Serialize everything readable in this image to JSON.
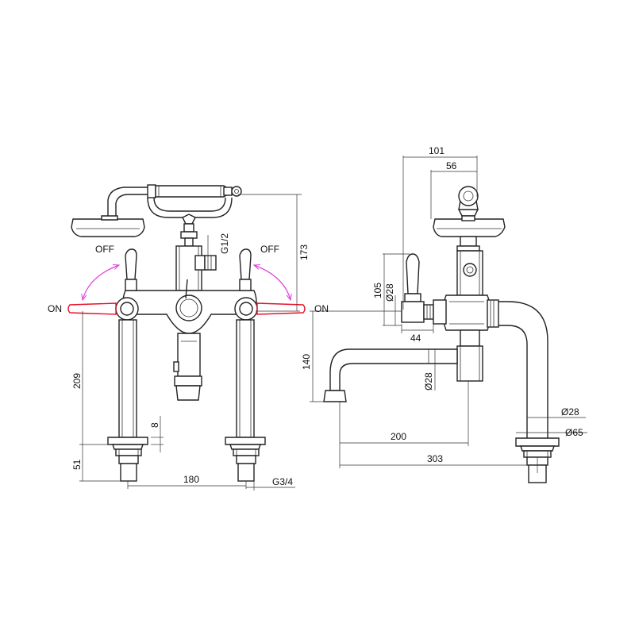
{
  "colors": {
    "line": "#222222",
    "handle_on": "#e8102a",
    "rotation_arc": "#e040e0"
  },
  "front_view": {
    "label_off_left": "OFF",
    "label_off_right": "OFF",
    "label_on_left": "ON",
    "dim_height_handset": "173",
    "dim_inlet_thread": "G1/2",
    "dim_leg_height": "209",
    "dim_flange": "8",
    "dim_tail": "51",
    "dim_centres": "180",
    "dim_tail_thread": "G3/4"
  },
  "side_view": {
    "label_on": "ON",
    "dim_depth_total": "101",
    "dim_depth_inner": "56",
    "dim_handle_height": "105",
    "dim_handle_dia": "Ø28",
    "dim_handle_offset": "44",
    "dim_spout_height": "140",
    "dim_spout_dia": "Ø28",
    "dim_spout_reach": "200",
    "dim_total_reach": "303",
    "dim_leg_dia": "Ø28",
    "dim_base_dia": "Ø65"
  }
}
